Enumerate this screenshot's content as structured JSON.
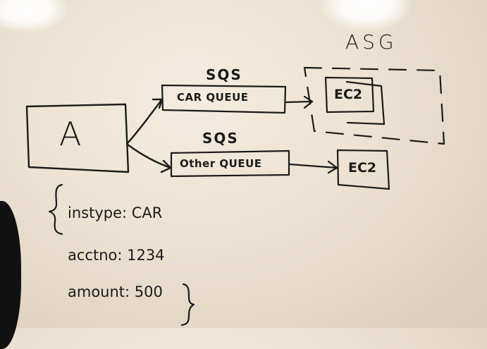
{
  "whiteboard": {
    "source_node": {
      "label": "A"
    },
    "queues": [
      {
        "service": "SQS",
        "name": "CAR QUEUE"
      },
      {
        "service": "SQS",
        "name": "Other QUEUE"
      }
    ],
    "asg": {
      "label": "ASG"
    },
    "targets": [
      {
        "label": "EC2"
      },
      {
        "label": "EC2"
      }
    ],
    "message": {
      "lines": [
        "instype: CAR",
        "acctno: 1234",
        "amount: 500"
      ]
    }
  }
}
